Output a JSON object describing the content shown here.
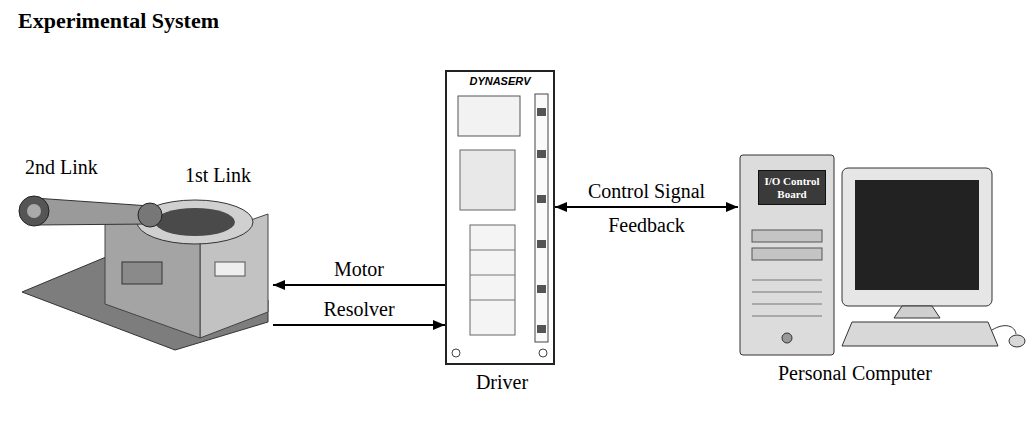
{
  "diagram": {
    "title": "Experimental System",
    "nodes": [
      {
        "text": [
          "2nd Link",
          "1st Link"
        ]
      },
      {
        "text": [
          "DYNASERV",
          "Driver"
        ]
      },
      {
        "text": [
          "Personal Computer"
        ]
      },
      {
        "text": [
          "I/O Control Board"
        ],
        "in": 2
      }
    ],
    "edges": [
      {
        "from": 1,
        "to": 0,
        "label": "Motor",
        "arrow": "to"
      },
      {
        "from": 0,
        "to": 1,
        "label": "Resolver",
        "arrow": "to"
      },
      {
        "from": 1,
        "to": 2,
        "label": "Control Signal",
        "arrow": "both"
      }
    ],
    "labels": [
      "Feedback"
    ]
  }
}
